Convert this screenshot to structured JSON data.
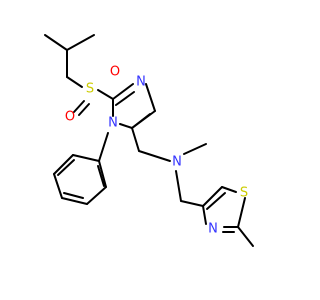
{
  "colors": {
    "bond": "#000000",
    "N": "#3333ff",
    "O": "#ff0000",
    "S_sulfonyl": "#cccc00",
    "S_thiazole": "#cccc00",
    "background": "#ffffff"
  },
  "atoms": {
    "sulfonyl_S": {
      "label": "S",
      "element": "S"
    },
    "sulfonyl_O1": {
      "label": "O",
      "element": "O"
    },
    "sulfonyl_O2": {
      "label": "O",
      "element": "O"
    },
    "imidazole_N3": {
      "label": "N",
      "element": "N"
    },
    "imidazole_N1": {
      "label": "N",
      "element": "N"
    },
    "amine_N": {
      "label": "N",
      "element": "N"
    },
    "thiazole_S": {
      "label": "S",
      "element": "S"
    },
    "thiazole_N": {
      "label": "N",
      "element": "N"
    }
  }
}
